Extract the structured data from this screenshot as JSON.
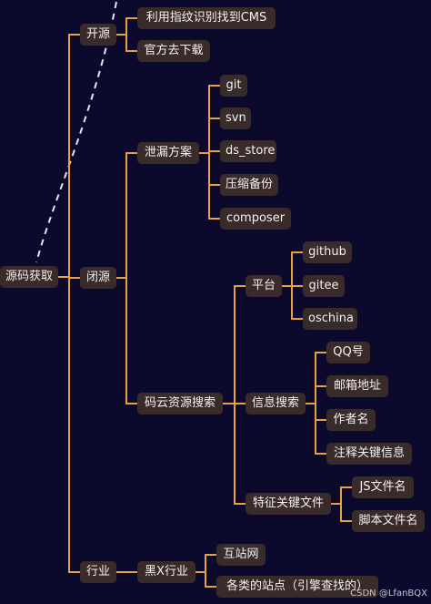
{
  "mindmap": {
    "root": "源码获取",
    "branches": [
      {
        "label": "开源",
        "children": [
          {
            "label": "利用指纹识别找到CMS"
          },
          {
            "label": "官方去下载"
          }
        ]
      },
      {
        "label": "闭源",
        "children": [
          {
            "label": "泄漏方案",
            "children": [
              {
                "label": "git"
              },
              {
                "label": "svn"
              },
              {
                "label": "ds_store"
              },
              {
                "label": "压缩备份"
              },
              {
                "label": "composer"
              }
            ]
          },
          {
            "label": "码云资源搜索",
            "children": [
              {
                "label": "平台",
                "children": [
                  {
                    "label": "github"
                  },
                  {
                    "label": "gitee"
                  },
                  {
                    "label": "oschina"
                  }
                ]
              },
              {
                "label": "信息搜索",
                "children": [
                  {
                    "label": "QQ号"
                  },
                  {
                    "label": "邮箱地址"
                  },
                  {
                    "label": "作者名"
                  },
                  {
                    "label": "注释关键信息"
                  }
                ]
              },
              {
                "label": "特征关键文件",
                "children": [
                  {
                    "label": "JS文件名"
                  },
                  {
                    "label": "脚本文件名"
                  }
                ]
              }
            ]
          }
        ]
      },
      {
        "label": "行业",
        "children": [
          {
            "label": "黑X行业",
            "children": [
              {
                "label": "互站网"
              },
              {
                "label": "各类的站点（引擎查找的）"
              }
            ]
          }
        ]
      }
    ]
  },
  "watermark": "CSDN @LfanBQX",
  "colors": {
    "background": "#0c0a2c",
    "node": "#3a2b2b",
    "node_text": "#f4f1ef",
    "connector": "#e9a23b",
    "dashed": "#e6e6ee"
  }
}
